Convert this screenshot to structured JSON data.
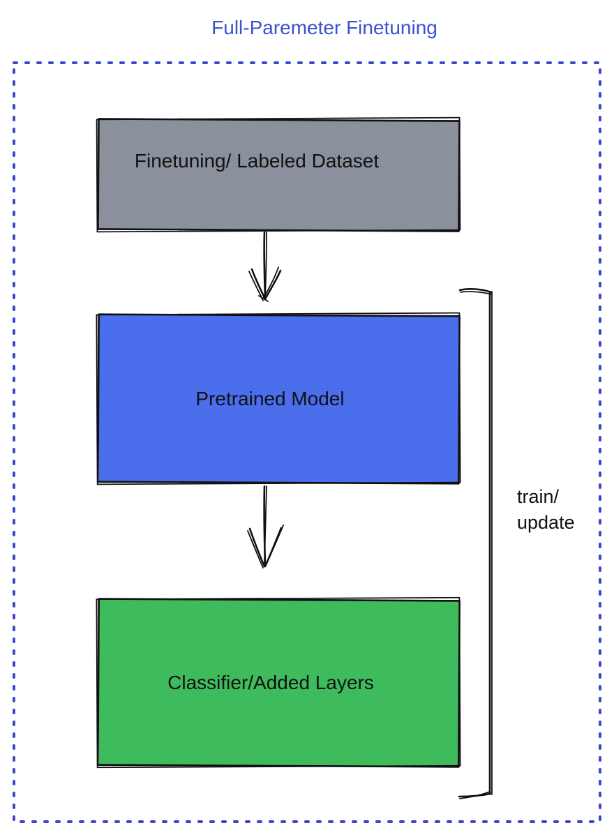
{
  "diagram": {
    "title": "Full-Paremeter Finetuning",
    "boxes": [
      {
        "id": "finetuning-dataset",
        "label": "Finetuning/ Labeled Dataset",
        "fill": "#8A919C"
      },
      {
        "id": "pretrained-model",
        "label": "Pretrained Model",
        "fill": "#4A6EEC"
      },
      {
        "id": "classifier-added-layers",
        "label": "Classifier/Added Layers",
        "fill": "#3EBC5D"
      }
    ],
    "bracket_label": "train/\nupdate",
    "colors": {
      "title_text": "#3C50D2",
      "dotted_border": "#3948C8",
      "box_outline": "#111111",
      "arrow_stroke": "#111111",
      "label_text": "#111111",
      "background": "#FFFFFF"
    }
  }
}
